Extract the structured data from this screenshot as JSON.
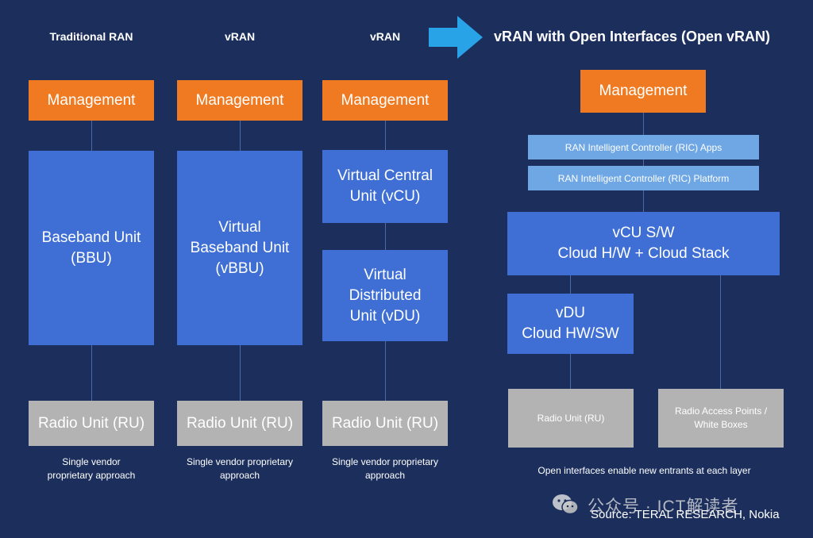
{
  "columns": {
    "traditional": {
      "heading": "Traditional RAN",
      "management": "Management",
      "baseband": "Baseband Unit\n(BBU)",
      "radio": "Radio Unit (RU)",
      "caption": "Single vendor\nproprietary approach"
    },
    "vran1": {
      "heading": "vRAN",
      "management": "Management",
      "baseband": "Virtual\nBaseband Unit\n(vBBU)",
      "radio": "Radio Unit (RU)",
      "caption": "Single vendor proprietary\napproach"
    },
    "vran2": {
      "heading": "vRAN",
      "management": "Management",
      "vcu": "Virtual Central\nUnit (vCU)",
      "vdu": "Virtual\nDistributed\nUnit (vDU)",
      "radio": "Radio Unit (RU)",
      "caption": "Single vendor proprietary\napproach"
    },
    "open_vran": {
      "heading": "vRAN with Open Interfaces (Open vRAN)",
      "management": "Management",
      "ric_apps": "RAN Intelligent Controller (RIC) Apps",
      "ric_platform": "RAN Intelligent Controller (RIC) Platform",
      "vcu": "vCU S/W\nCloud H/W + Cloud Stack",
      "vdu": "vDU\nCloud HW/SW",
      "radio": "Radio Unit (RU)",
      "access_points": "Radio Access Points /\nWhite Boxes",
      "caption": "Open interfaces enable new entrants at each layer"
    }
  },
  "source": "Source: TERAL RESEARCH, Nokia",
  "watermark": "公众号 · ICT解读者",
  "colors": {
    "background": "#1b2e5c",
    "management": "#f07a21",
    "unit_blue": "#3f6fd4",
    "ric_blue": "#6ea7e4",
    "radio_gray": "#b3b3b3",
    "arrow": "#29a3e8"
  },
  "icons": {
    "arrow": "right-arrow-icon",
    "wechat": "wechat-icon"
  }
}
